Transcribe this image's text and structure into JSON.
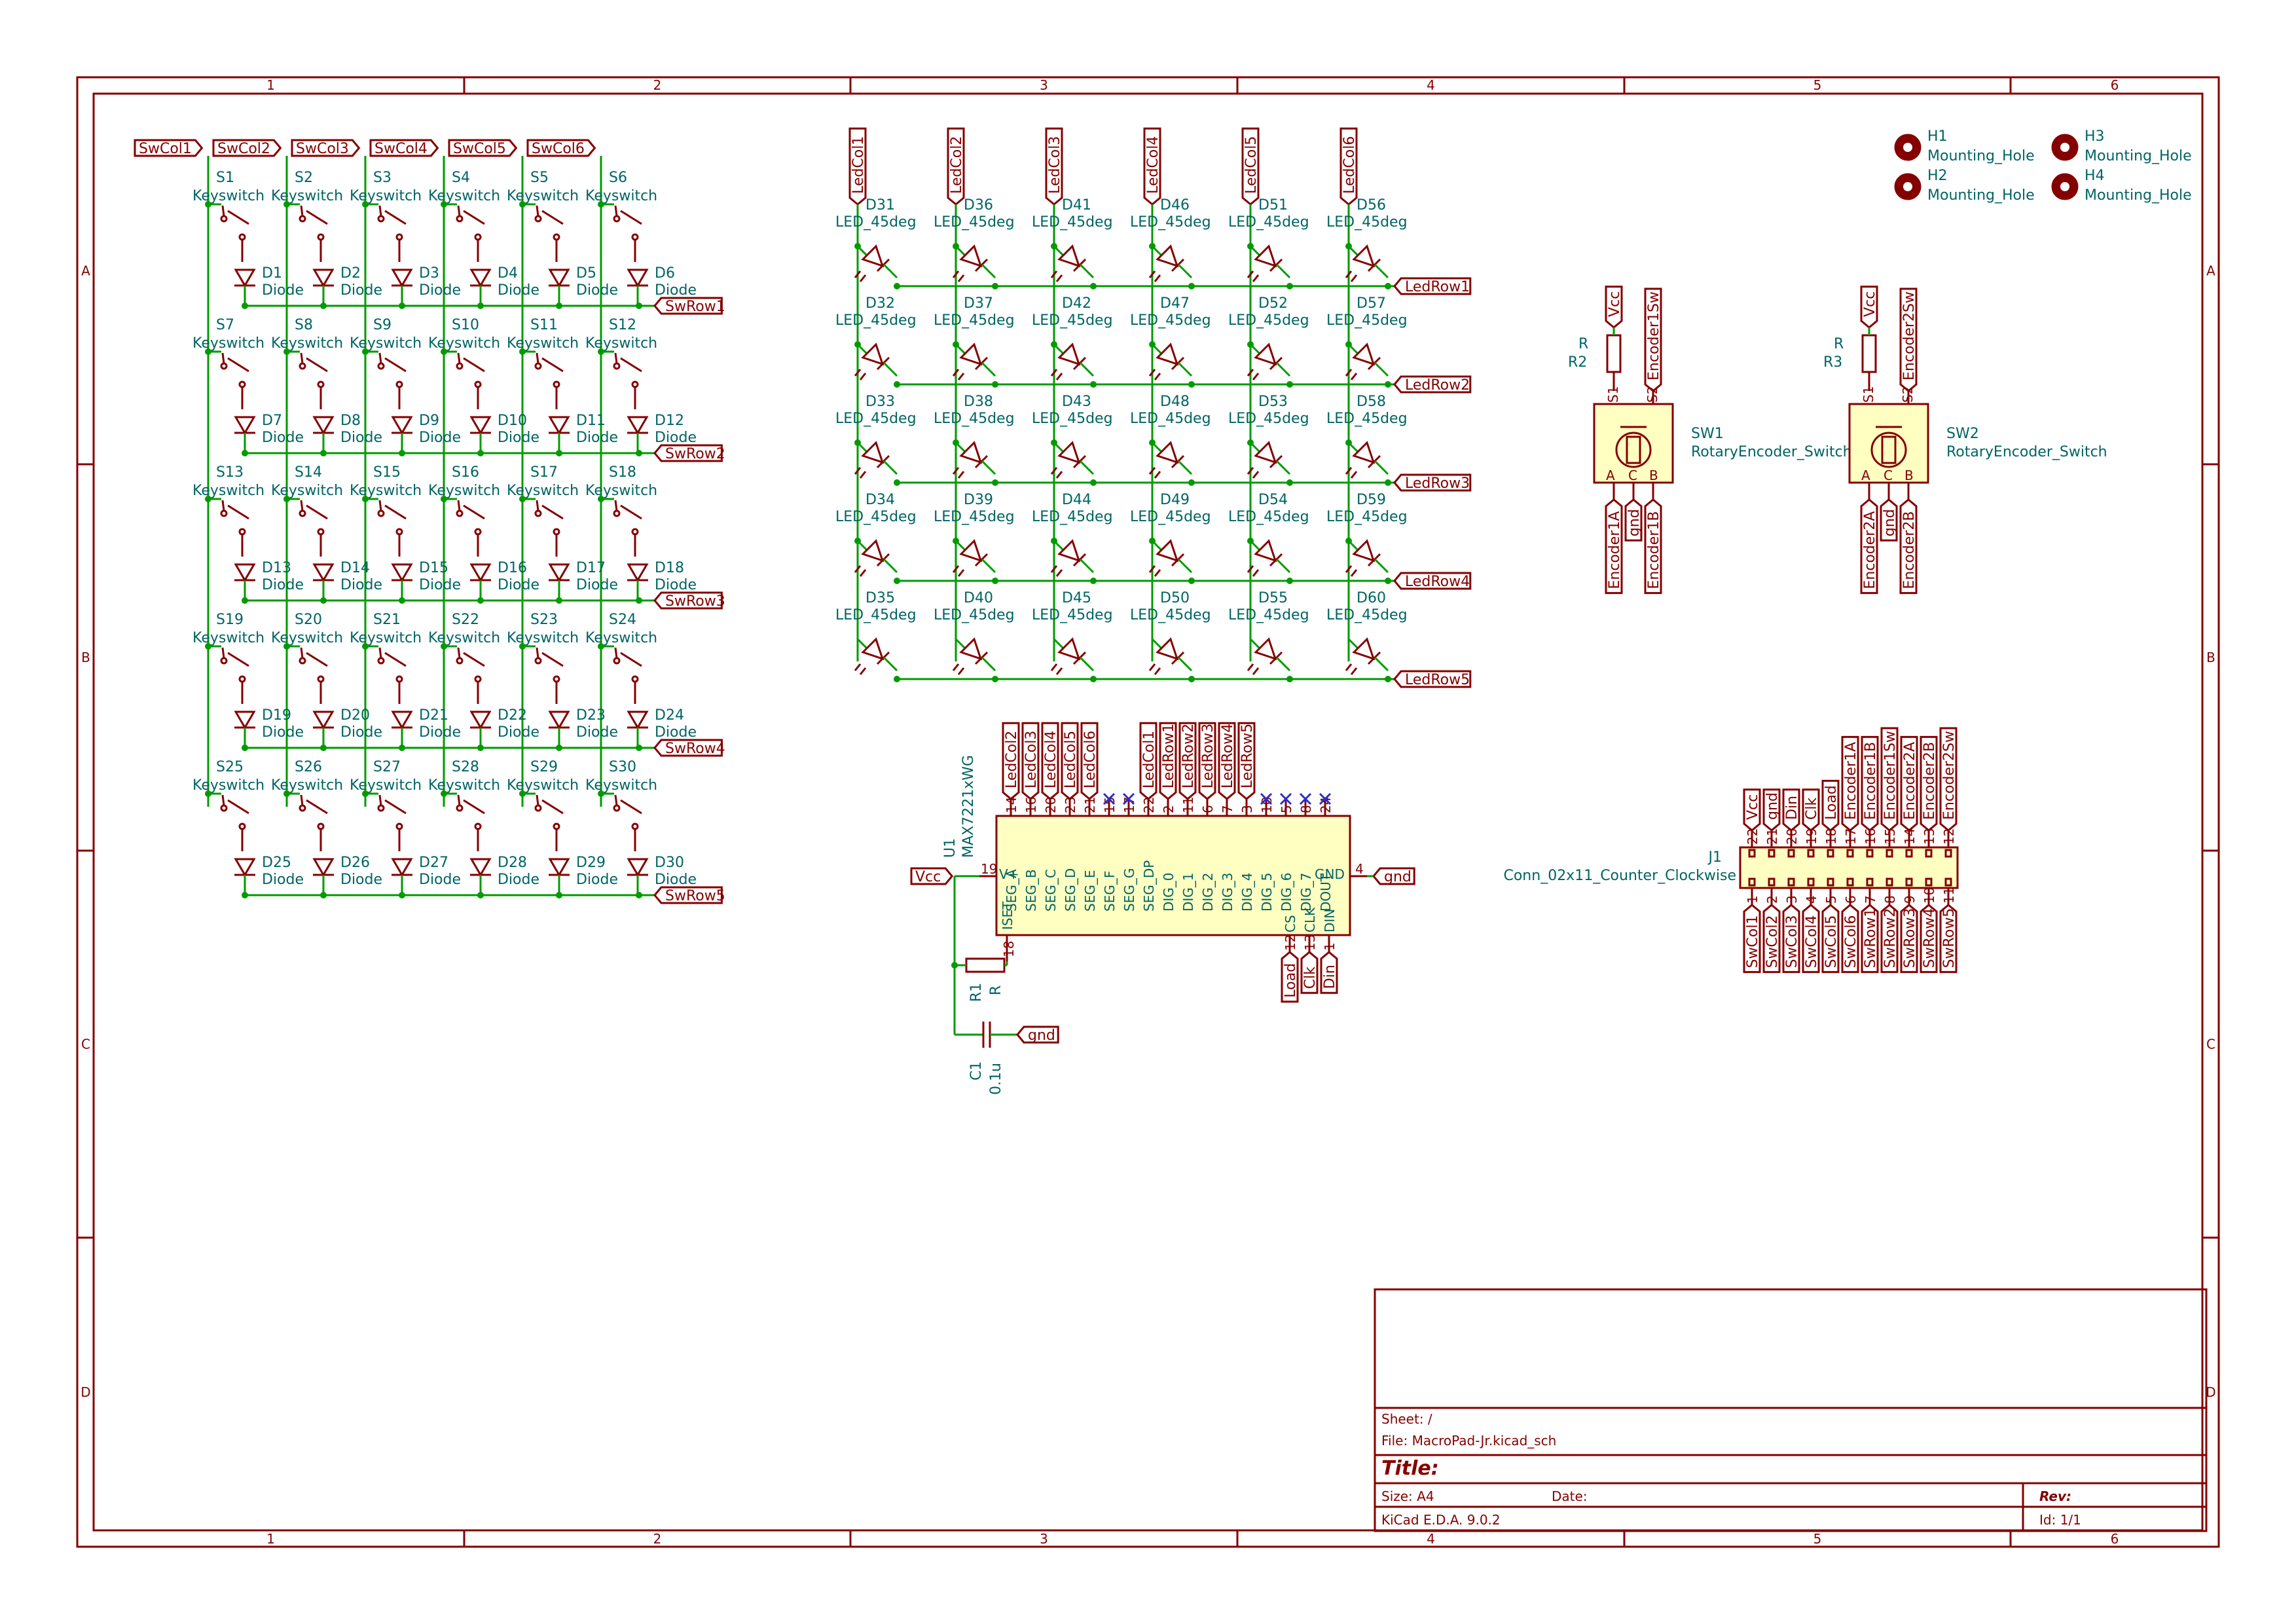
{
  "frame": {
    "columns": [
      "1",
      "2",
      "3",
      "4",
      "5",
      "6"
    ],
    "rows": [
      "A",
      "B",
      "C",
      "D"
    ]
  },
  "title_block": {
    "sheet": "Sheet: /",
    "file": "File: MacroPad-Jr.kicad_sch",
    "title": "Title:",
    "size": "Size: A4",
    "date": "Date:",
    "rev": "Rev:",
    "tool": "KiCad E.D.A. 9.0.2",
    "id": "Id: 1/1"
  },
  "switch_matrix": {
    "col_labels": [
      "SwCol1",
      "SwCol2",
      "SwCol3",
      "SwCol4",
      "SwCol5",
      "SwCol6"
    ],
    "row_labels": [
      "SwRow1",
      "SwRow2",
      "SwRow3",
      "SwRow4",
      "SwRow5"
    ],
    "switch_value": "Keyswitch",
    "diode_value": "Diode",
    "switches": [
      [
        "S1",
        "S2",
        "S3",
        "S4",
        "S5",
        "S6"
      ],
      [
        "S7",
        "S8",
        "S9",
        "S10",
        "S11",
        "S12"
      ],
      [
        "S13",
        "S14",
        "S15",
        "S16",
        "S17",
        "S18"
      ],
      [
        "S19",
        "S20",
        "S21",
        "S22",
        "S23",
        "S24"
      ],
      [
        "S25",
        "S26",
        "S27",
        "S28",
        "S29",
        "S30"
      ]
    ],
    "diodes": [
      [
        "D1",
        "D2",
        "D3",
        "D4",
        "D5",
        "D6"
      ],
      [
        "D7",
        "D8",
        "D9",
        "D10",
        "D11",
        "D12"
      ],
      [
        "D13",
        "D14",
        "D15",
        "D16",
        "D17",
        "D18"
      ],
      [
        "D19",
        "D20",
        "D21",
        "D22",
        "D23",
        "D24"
      ],
      [
        "D25",
        "D26",
        "D27",
        "D28",
        "D29",
        "D30"
      ]
    ]
  },
  "led_matrix": {
    "col_labels": [
      "LedCol1",
      "LedCol2",
      "LedCol3",
      "LedCol4",
      "LedCol5",
      "LedCol6"
    ],
    "row_labels": [
      "LedRow1",
      "LedRow2",
      "LedRow3",
      "LedRow4",
      "LedRow5"
    ],
    "led_value": "LED_45deg",
    "leds": [
      [
        "D31",
        "D36",
        "D41",
        "D46",
        "D51",
        "D56"
      ],
      [
        "D32",
        "D37",
        "D42",
        "D47",
        "D52",
        "D57"
      ],
      [
        "D33",
        "D38",
        "D43",
        "D48",
        "D53",
        "D58"
      ],
      [
        "D34",
        "D39",
        "D44",
        "D49",
        "D54",
        "D59"
      ],
      [
        "D35",
        "D40",
        "D45",
        "D50",
        "D55",
        "D60"
      ]
    ]
  },
  "mounting_holes": [
    {
      "ref": "H1",
      "value": "Mounting_Hole"
    },
    {
      "ref": "H2",
      "value": "Mounting_Hole"
    },
    {
      "ref": "H3",
      "value": "Mounting_Hole"
    },
    {
      "ref": "H4",
      "value": "Mounting_Hole"
    }
  ],
  "encoders": [
    {
      "ref": "SW1",
      "value": "RotaryEncoder_Switch",
      "res_ref": "R2",
      "res_value": "R",
      "vcc": "Vcc",
      "sw": "Encoder1Sw",
      "a": "Encoder1A",
      "b": "Encoder1B",
      "gnd": "gnd",
      "pins": [
        "S1",
        "S2",
        "A",
        "C",
        "B"
      ]
    },
    {
      "ref": "SW2",
      "value": "RotaryEncoder_Switch",
      "res_ref": "R3",
      "res_value": "R",
      "vcc": "Vcc",
      "sw": "Encoder2Sw",
      "a": "Encoder2A",
      "b": "Encoder2B",
      "gnd": "gnd",
      "pins": [
        "S1",
        "S2",
        "A",
        "C",
        "B"
      ]
    }
  ],
  "driver": {
    "ref": "U1",
    "value": "MAX7221xWG",
    "top_pins": [
      {
        "num": "14",
        "name": "SEG_A",
        "net": "LedCol2"
      },
      {
        "num": "16",
        "name": "SEG_B",
        "net": "LedCol3"
      },
      {
        "num": "20",
        "name": "SEG_C",
        "net": "LedCol4"
      },
      {
        "num": "23",
        "name": "SEG_D",
        "net": "LedCol5"
      },
      {
        "num": "21",
        "name": "SEG_E",
        "net": "LedCol6"
      },
      {
        "num": "15",
        "name": "SEG_F",
        "net": ""
      },
      {
        "num": "17",
        "name": "SEG_G",
        "net": ""
      },
      {
        "num": "22",
        "name": "SEG_DP",
        "net": "LedCol1"
      },
      {
        "num": "2",
        "name": "DIG_0",
        "net": "LedRow1"
      },
      {
        "num": "11",
        "name": "DIG_1",
        "net": "LedRow2"
      },
      {
        "num": "6",
        "name": "DIG_2",
        "net": "LedRow3"
      },
      {
        "num": "7",
        "name": "DIG_3",
        "net": "LedRow4"
      },
      {
        "num": "3",
        "name": "DIG_4",
        "net": "LedRow5"
      },
      {
        "num": "10",
        "name": "DIG_5",
        "net": ""
      },
      {
        "num": "5",
        "name": "DIG_6",
        "net": ""
      },
      {
        "num": "8",
        "name": "DIG_7",
        "net": ""
      },
      {
        "num": "24",
        "name": "DOUT",
        "net": ""
      }
    ],
    "v_pin": {
      "num": "19",
      "name": "V+",
      "net": "Vcc"
    },
    "gnd_pin": {
      "num": "4",
      "name": "GND",
      "net": "gnd"
    },
    "iset_pin": {
      "num": "18",
      "name": "ISET"
    },
    "bottom_pins": [
      {
        "num": "12",
        "name": "CS",
        "net": "Load"
      },
      {
        "num": "13",
        "name": "CLK",
        "net": "Clk"
      },
      {
        "num": "1",
        "name": "DIN",
        "net": "Din"
      }
    ],
    "r1_ref": "R1",
    "r1_value": "R",
    "c1_ref": "C1",
    "c1_value": "0.1u",
    "c1_net": "gnd"
  },
  "connector": {
    "ref": "J1",
    "value": "Conn_02x11_Counter_Clockwise",
    "top_pins": [
      {
        "num": "22",
        "net": "Vcc"
      },
      {
        "num": "21",
        "net": "gnd"
      },
      {
        "num": "20",
        "net": "Din"
      },
      {
        "num": "19",
        "net": "Clk"
      },
      {
        "num": "18",
        "net": "Load"
      },
      {
        "num": "17",
        "net": "Encoder1A"
      },
      {
        "num": "16",
        "net": "Encoder1B"
      },
      {
        "num": "15",
        "net": "Encoder1Sw"
      },
      {
        "num": "14",
        "net": "Encoder2A"
      },
      {
        "num": "13",
        "net": "Encoder2B"
      },
      {
        "num": "12",
        "net": "Encoder2Sw"
      }
    ],
    "bottom_pins": [
      {
        "num": "1",
        "net": "SwCol1"
      },
      {
        "num": "2",
        "net": "SwCol2"
      },
      {
        "num": "3",
        "net": "SwCol3"
      },
      {
        "num": "4",
        "net": "SwCol4"
      },
      {
        "num": "5",
        "net": "SwCol5"
      },
      {
        "num": "6",
        "net": "SwCol6"
      },
      {
        "num": "7",
        "net": "SwRow1"
      },
      {
        "num": "8",
        "net": "SwRow2"
      },
      {
        "num": "9",
        "net": "SwRow3"
      },
      {
        "num": "10",
        "net": "SwRow4"
      },
      {
        "num": "11",
        "net": "SwRow5"
      }
    ]
  },
  "colors": {
    "component": "#840000",
    "wire": "#009b00",
    "reference": "#006464",
    "body_fill": "#ffffc2",
    "no_connect": "#2d2dcc"
  }
}
